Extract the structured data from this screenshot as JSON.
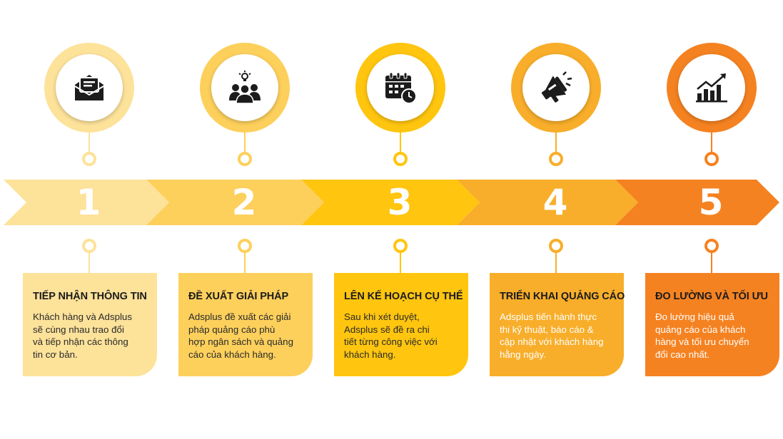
{
  "colors": {
    "step1": "#FDE29A",
    "step2": "#FDD05C",
    "step3": "#FFC50F",
    "step4": "#F8AE2A",
    "step5": "#F58221",
    "icon": "#1c1c1c"
  },
  "steps": [
    {
      "number": "1",
      "icon": "envelope-icon",
      "title": "TIẾP NHẬN THÔNG TIN",
      "lines": [
        "Khách hàng và Adsplus",
        "sẽ cùng nhau trao đổi",
        "và tiếp nhận các thông",
        "tin cơ bản."
      ]
    },
    {
      "number": "2",
      "icon": "team-idea-icon",
      "title": "ĐỀ XUẤT GIẢI PHÁP",
      "lines": [
        "Adsplus đề xuất các giải",
        "pháp quảng cáo phù",
        "hợp ngân sách và quảng",
        "cáo của khách hàng."
      ]
    },
    {
      "number": "3",
      "icon": "calendar-clock-icon",
      "title": "LÊN KẾ HOẠCH CỤ THỂ",
      "lines": [
        "Sau khi xét duyệt,",
        "Adsplus sẽ đề ra chi",
        "tiết từng công việc với",
        "khách hàng."
      ]
    },
    {
      "number": "4",
      "icon": "megaphone-icon",
      "title": "TRIỂN KHAI QUẢNG CÁO",
      "lines": [
        "Adsplus tiến hành thực",
        "thi kỹ thuật, báo cáo &",
        "cập nhật với khách hàng",
        "hằng ngày."
      ]
    },
    {
      "number": "5",
      "icon": "growth-chart-icon",
      "title": "ĐO LƯỜNG VÀ TỐI ƯU",
      "lines": [
        "Đo lường hiệu quả",
        "quảng cáo của khách",
        "hàng và tối ưu chuyển",
        "đổi cao nhất."
      ]
    }
  ]
}
